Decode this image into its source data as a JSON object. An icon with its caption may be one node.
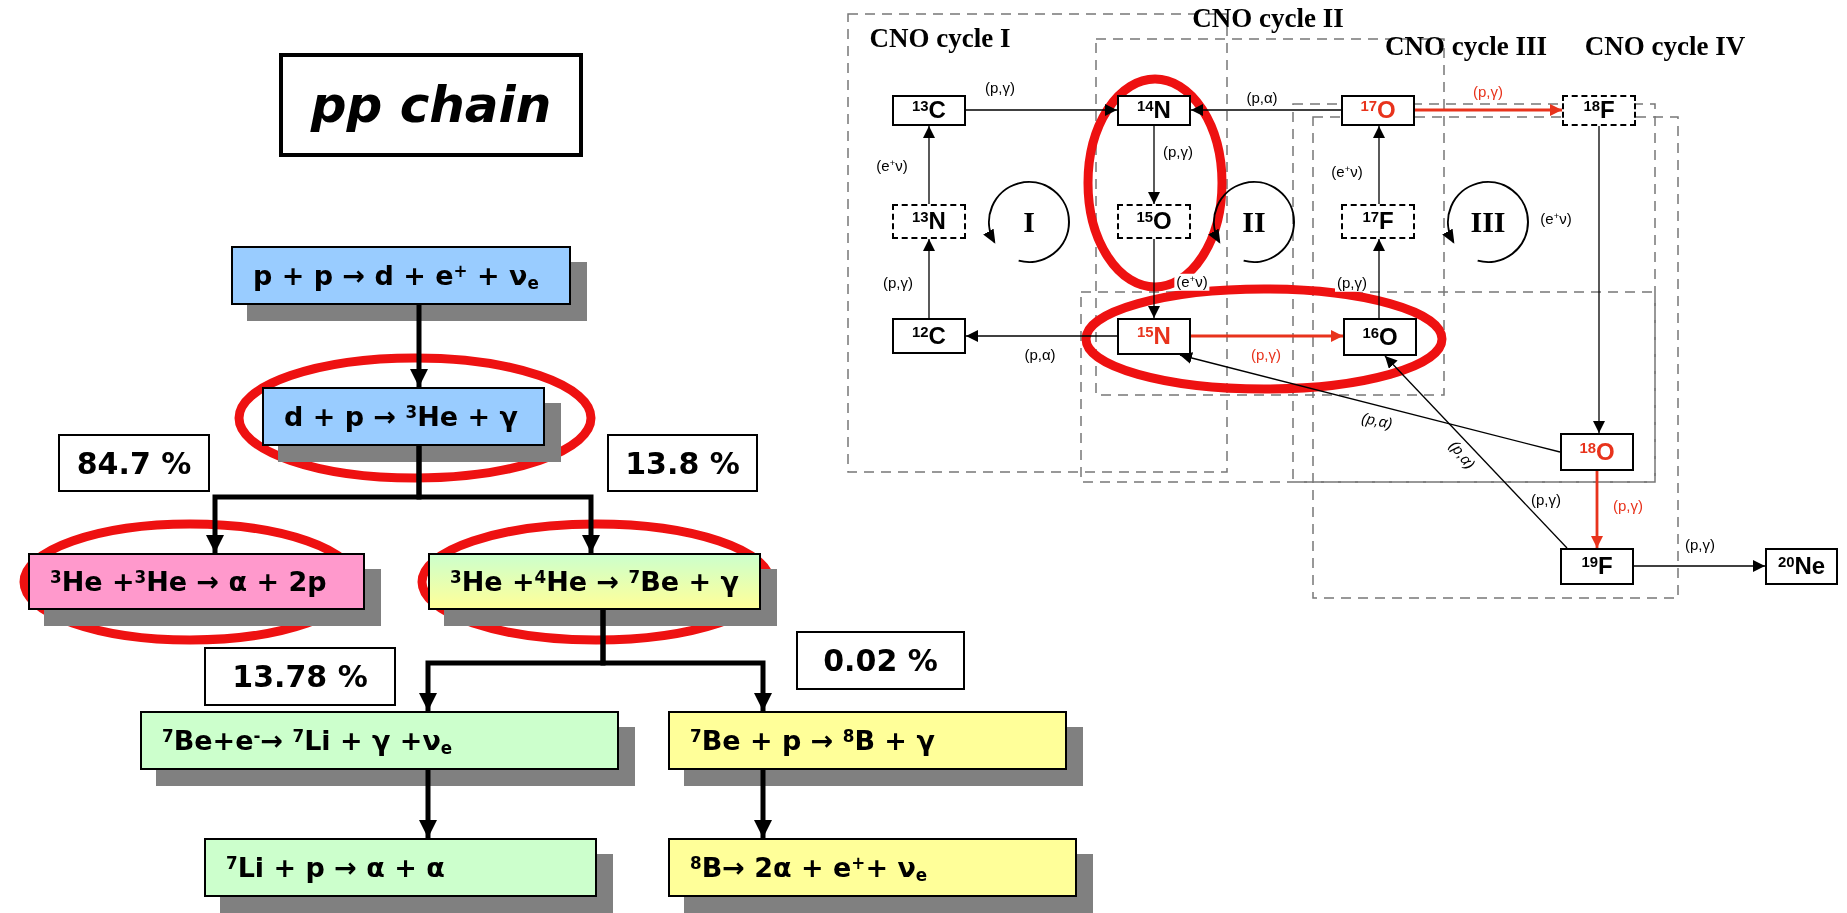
{
  "diagram": {
    "nodes": [
      {
        "text": [
          "pp chain"
        ]
      },
      {
        "text": [
          "p + p → d + e$^{+}$ + ν$_{e}$"
        ]
      },
      {
        "text": [
          "d + p → $^{3}$He + γ"
        ]
      },
      {
        "text": [
          "84.7 %"
        ]
      },
      {
        "text": [
          "13.8 %"
        ]
      },
      {
        "text": [
          "$^{3}$He +$^{3}$He → α + 2p"
        ]
      },
      {
        "text": [
          "$^{3}$He +$^{4}$He → $^{7}$Be + γ"
        ]
      },
      {
        "text": [
          "13.78 %"
        ]
      },
      {
        "text": [
          "0.02 %"
        ]
      },
      {
        "text": [
          "$^{7}$Be+e$^{-}$→ $^{7}$Li + γ +ν$_{e}$"
        ]
      },
      {
        "text": [
          "$^{7}$Be + p → $^{8}$B + γ"
        ]
      },
      {
        "text": [
          "$^{7}$Li + p → α + α"
        ]
      },
      {
        "text": [
          "$^{8}$B→ 2α + e$^{+}$+ ν$_{e}$"
        ]
      },
      {
        "text": [
          "$^{13}$C"
        ]
      },
      {
        "text": [
          "$^{14}$N"
        ]
      },
      {
        "text": [
          "$^{17}$O"
        ]
      },
      {
        "text": [
          "$^{18}$F"
        ]
      },
      {
        "text": [
          "$^{13}$N"
        ]
      },
      {
        "text": [
          "$^{15}$O"
        ]
      },
      {
        "text": [
          "$^{17}$F"
        ]
      },
      {
        "text": [
          "$^{12}$C"
        ]
      },
      {
        "text": [
          "$^{15}$N"
        ]
      },
      {
        "text": [
          "$^{16}$O"
        ]
      },
      {
        "text": [
          "$^{18}$O"
        ]
      },
      {
        "text": [
          "$^{19}$F"
        ]
      },
      {
        "text": [
          "$^{20}$Ne"
        ]
      }
    ],
    "edges": [
      {
        "from": 1,
        "to": 2,
        "arrow": "to",
        "style": "thick"
      },
      {
        "from": 2,
        "to": 5,
        "arrow": "to",
        "style": "thick"
      },
      {
        "from": 2,
        "to": 6,
        "arrow": "to",
        "style": "thick"
      },
      {
        "from": 6,
        "to": 9,
        "arrow": "to",
        "style": "thick"
      },
      {
        "from": 6,
        "to": 10,
        "arrow": "to",
        "style": "thick"
      },
      {
        "from": 9,
        "to": 11,
        "arrow": "to",
        "style": "thick"
      },
      {
        "from": 10,
        "to": 12,
        "arrow": "to",
        "style": "thick"
      },
      {
        "from": 13,
        "to": 14,
        "arrow": "to",
        "label": "(p,γ)"
      },
      {
        "from": 14,
        "to": 18,
        "arrow": "to",
        "label": "(p,γ)"
      },
      {
        "from": 18,
        "to": 21,
        "arrow": "to",
        "label": "(e$^{+}$ν)"
      },
      {
        "from": 21,
        "to": 20,
        "arrow": "to",
        "label": "(p,α)"
      },
      {
        "from": 20,
        "to": 17,
        "arrow": "to",
        "label": "(p,γ)"
      },
      {
        "from": 17,
        "to": 13,
        "arrow": "to",
        "label": "(e$^{+}$ν)"
      },
      {
        "from": 21,
        "to": 22,
        "arrow": "to",
        "label": "(p,γ)",
        "color": "#e8331c"
      },
      {
        "from": 22,
        "to": 19,
        "arrow": "to",
        "label": "(p,γ)"
      },
      {
        "from": 19,
        "to": 15,
        "arrow": "to",
        "label": "(e$^{+}$ν)"
      },
      {
        "from": 15,
        "to": 14,
        "arrow": "to",
        "label": "(p,α)"
      },
      {
        "from": 15,
        "to": 16,
        "arrow": "to",
        "label": "(p,γ)",
        "color": "#e8331c"
      },
      {
        "from": 16,
        "to": 23,
        "arrow": "to",
        "label": "(e$^{+}$ν)"
      },
      {
        "from": 23,
        "to": 21,
        "arrow": "to",
        "label": "(p,α)"
      },
      {
        "from": 23,
        "to": 24,
        "arrow": "to",
        "label": "(p,γ)",
        "color": "#e8331c"
      },
      {
        "from": 24,
        "to": 22,
        "arrow": "to",
        "label": "(p,α)"
      },
      {
        "from": 24,
        "to": 25,
        "arrow": "to",
        "label": "(p,γ)"
      }
    ],
    "labels": [
      "CNO cycle II",
      "CNO cycle I",
      "CNO cycle III",
      "CNO cycle IV",
      "I",
      "II",
      "III",
      "(p,γ)"
    ]
  }
}
